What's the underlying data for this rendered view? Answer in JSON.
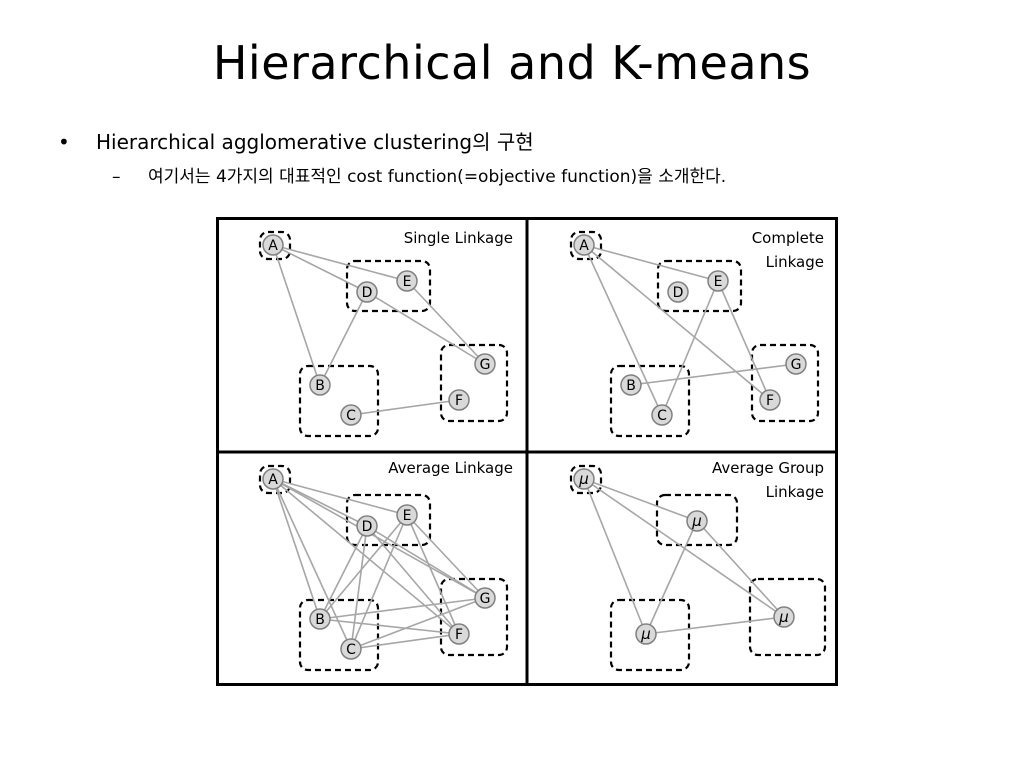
{
  "slide": {
    "title": "Hierarchical and K-means",
    "bullet": {
      "marker": "•",
      "text": "Hierarchical agglomerative clustering의 구현"
    },
    "sub_bullet": {
      "marker": "–",
      "text": "여기서는 4가지의 대표적인 cost function(=objective function)을 소개한다."
    }
  },
  "figure": {
    "panels": [
      {
        "id": "single",
        "title_lines": [
          "Single Linkage"
        ],
        "nodes": [
          "A",
          "D",
          "E",
          "B",
          "C",
          "G",
          "F"
        ],
        "edges": [
          [
            "A",
            "D"
          ],
          [
            "A",
            "E"
          ],
          [
            "A",
            "B"
          ],
          [
            "B",
            "D"
          ],
          [
            "E",
            "G"
          ],
          [
            "D",
            "G"
          ],
          [
            "C",
            "F"
          ]
        ]
      },
      {
        "id": "complete",
        "title_lines": [
          "Complete",
          "Linkage"
        ],
        "nodes": [
          "A",
          "D",
          "E",
          "B",
          "C",
          "G",
          "F"
        ],
        "edges": [
          [
            "A",
            "E"
          ],
          [
            "A",
            "C"
          ],
          [
            "A",
            "F"
          ],
          [
            "C",
            "E"
          ],
          [
            "E",
            "F"
          ],
          [
            "B",
            "G"
          ]
        ]
      },
      {
        "id": "average",
        "title_lines": [
          "Average Linkage"
        ],
        "nodes": [
          "A",
          "D",
          "E",
          "B",
          "C",
          "G",
          "F"
        ],
        "edges": [
          [
            "A",
            "D"
          ],
          [
            "A",
            "E"
          ],
          [
            "A",
            "G"
          ],
          [
            "A",
            "B"
          ],
          [
            "A",
            "C"
          ],
          [
            "A",
            "F"
          ],
          [
            "D",
            "B"
          ],
          [
            "D",
            "C"
          ],
          [
            "D",
            "G"
          ],
          [
            "D",
            "F"
          ],
          [
            "E",
            "B"
          ],
          [
            "E",
            "C"
          ],
          [
            "E",
            "G"
          ],
          [
            "E",
            "F"
          ],
          [
            "B",
            "G"
          ],
          [
            "B",
            "F"
          ],
          [
            "C",
            "G"
          ],
          [
            "C",
            "F"
          ]
        ]
      },
      {
        "id": "average-group",
        "title_lines": [
          "Average Group",
          "Linkage"
        ],
        "nodes": [
          "μ",
          "μ",
          "μ",
          "μ"
        ],
        "edges": [
          [
            "0",
            "1"
          ],
          [
            "0",
            "2"
          ],
          [
            "0",
            "3"
          ],
          [
            "1",
            "2"
          ],
          [
            "2",
            "3"
          ],
          [
            "1",
            "3"
          ]
        ]
      }
    ]
  }
}
